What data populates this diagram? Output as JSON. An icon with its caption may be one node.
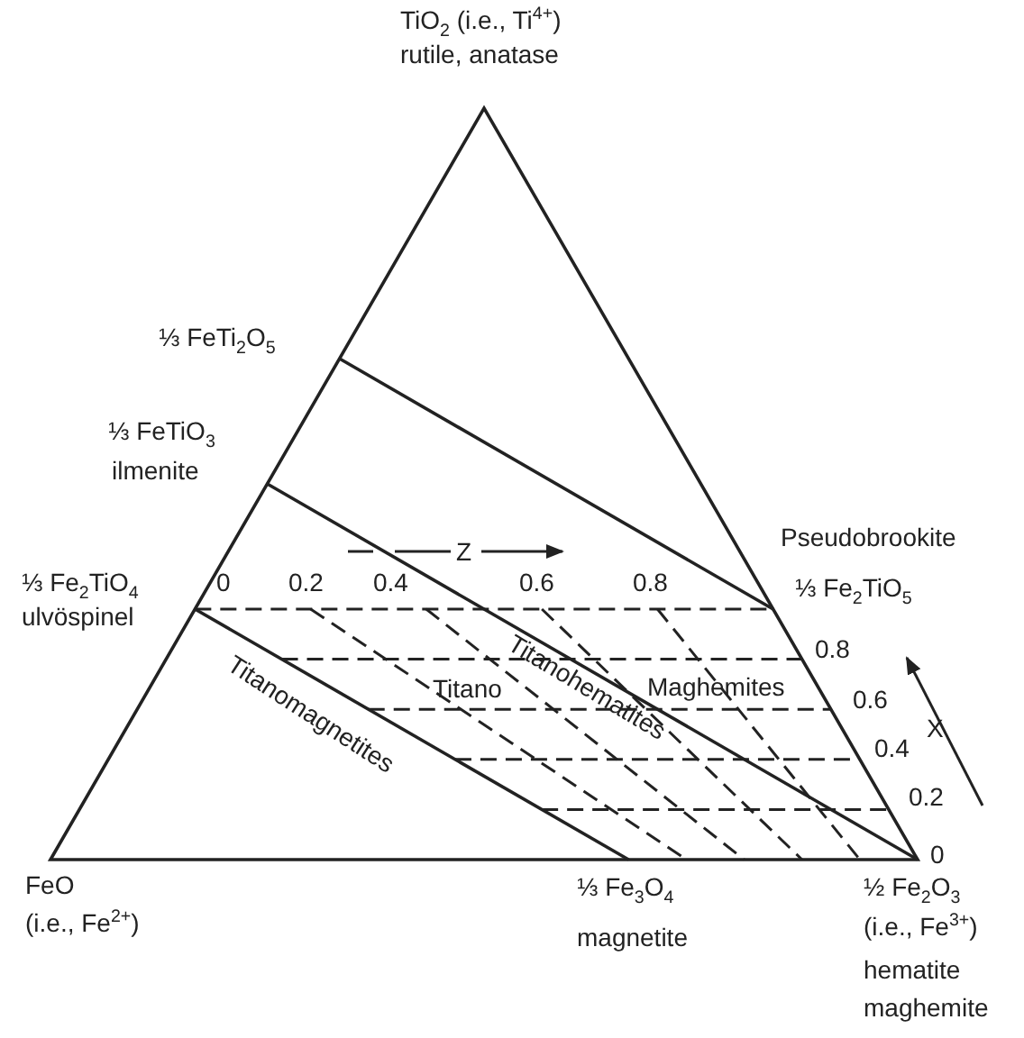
{
  "diagram": {
    "labels": [
      "TiO$_{2}$ (i.e., Ti$^{4+}$)",
      "rutile, anatase",
      "⅓ FeTi$_{2}$O$_{5}$",
      "⅓ FeTiO$_{3}$",
      "ilmenite",
      "Z",
      "Pseudobrookite",
      "⅓ Fe$_{2}$TiO$_{4}$",
      "ulvöspinel",
      "0",
      "0.2",
      "0.4",
      "0.6",
      "0.8",
      "⅓ Fe$_{2}$TiO$_{5}$",
      "0.8",
      "Titanohematites",
      "Titano",
      "Maghemites",
      "Titanomagnetites",
      "0.6",
      "X",
      "0.4",
      "0.2",
      "0",
      "FeO",
      "(i.e., Fe$^{2+}$)",
      "⅓ Fe$_{3}$O$_{4}$",
      "magnetite",
      "½ Fe$_{2}$O$_{3}$",
      "(i.e., Fe$^{3+}$)",
      "hematite",
      "maghemite"
    ]
  }
}
